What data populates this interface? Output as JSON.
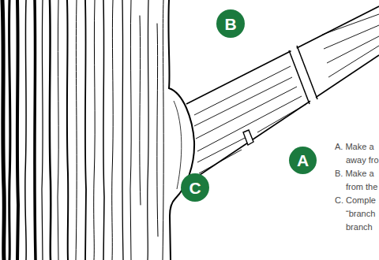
{
  "diagram": {
    "nodes": [
      {
        "text": [
          "B"
        ]
      },
      {
        "text": [
          "A"
        ]
      },
      {
        "text": [
          "C"
        ]
      }
    ],
    "labels": [
      "A. Make a",
      "away fro",
      "B. Make a",
      "from the",
      "C. Comple",
      "“branch",
      "branch"
    ]
  }
}
